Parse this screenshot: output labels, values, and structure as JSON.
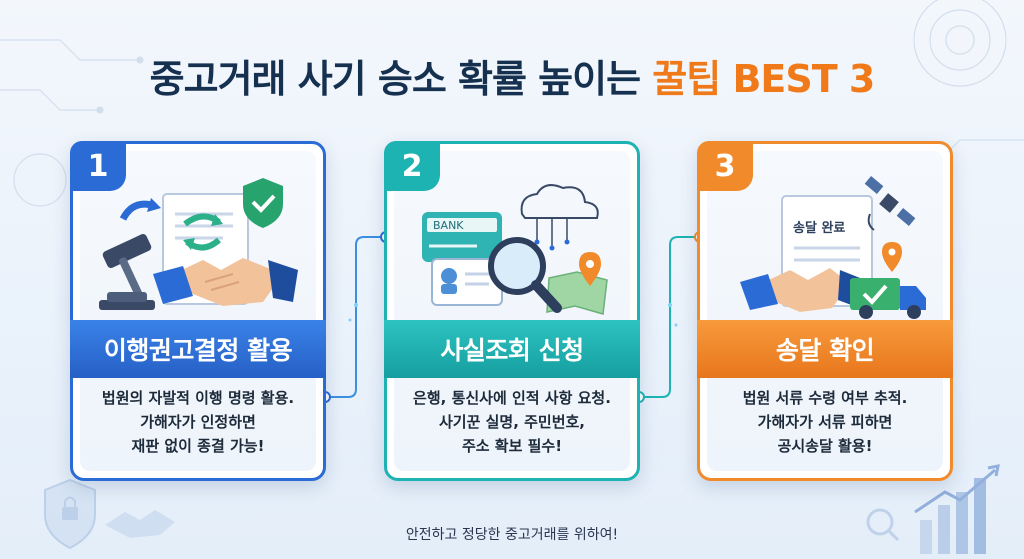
{
  "title": {
    "main": "중고거래 사기 승소 확률 높이는",
    "accent": "꿀팁 BEST 3"
  },
  "cards": [
    {
      "number": "1",
      "heading": "이행권고결정 활용",
      "lines": [
        "법원의 자발적 이행 명령 활용.",
        "가해자가 인정하면",
        "재판 없이 종결 가능!"
      ],
      "accent_color": "#2a6bd6"
    },
    {
      "number": "2",
      "heading": "사실조회 신청",
      "lines": [
        "은행, 통신사에 인적 사항 요청.",
        "사기꾼 실명, 주민번호,",
        "주소 확보 필수!"
      ],
      "illustration_text": "BANK",
      "accent_color": "#1eb3b3"
    },
    {
      "number": "3",
      "heading": "송달 확인",
      "lines": [
        "법원 서류 수령 여부 추적.",
        "가해자가 서류 피하면",
        "공시송달 활용!"
      ],
      "illustration_text": "송달 완료",
      "accent_color": "#f08a2a"
    }
  ],
  "footer": "안전하고 정당한 중고거래를 위하여!",
  "icons": [
    "gavel-icon",
    "contract-icon",
    "shield-check-icon",
    "handshake-icon",
    "bank-card-icon",
    "magnifier-icon",
    "cloud-icon",
    "map-pin-icon",
    "satellite-icon",
    "truck-icon",
    "document-icon",
    "lock-shield-icon",
    "growth-chart-icon"
  ]
}
